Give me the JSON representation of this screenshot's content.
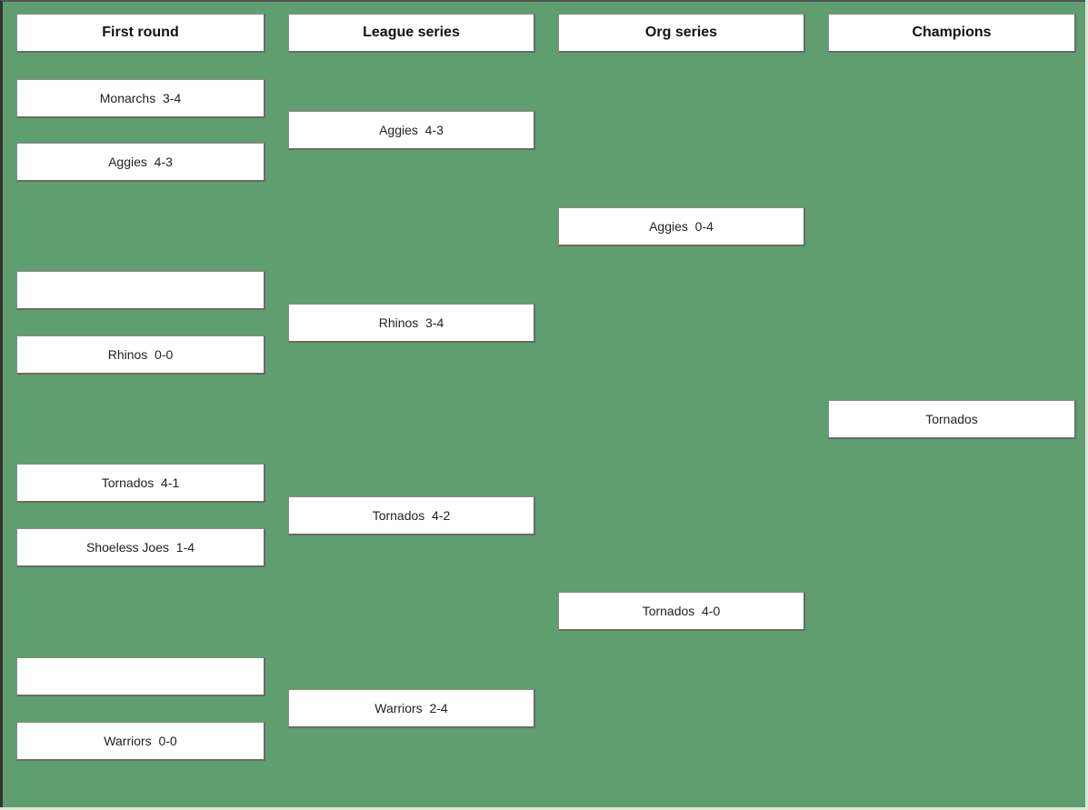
{
  "headers": [
    "First round",
    "League series",
    "Org series",
    "Champions"
  ],
  "first_round": [
    "Monarchs  3-4",
    "Aggies  4-3",
    "",
    "Rhinos  0-0",
    "Tornados  4-1",
    "Shoeless Joes  1-4",
    "",
    "Warriors  0-0"
  ],
  "league_series": [
    "Aggies  4-3",
    "Rhinos  3-4",
    "Tornados  4-2",
    "Warriors  2-4"
  ],
  "org_series": [
    "Aggies  0-4",
    "Tornados  4-0"
  ],
  "champions": [
    "Tornados"
  ],
  "colors": {
    "background": "#5f9e6e",
    "box": "#ffffff"
  }
}
